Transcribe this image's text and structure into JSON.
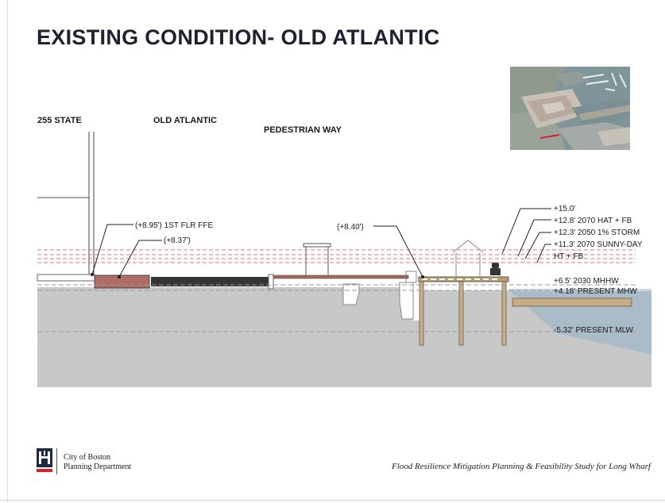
{
  "title": "EXISTING CONDITION- OLD ATLANTIC",
  "section": {
    "building_labels": {
      "state": "255 STATE",
      "old_atlantic": "OLD ATLANTIC",
      "pedestrian_way": "PEDESTRIAN WAY"
    },
    "callouts": {
      "ffe": "(+8.95') 1ST FLR FFE",
      "sidewalk": "(+8.37')",
      "wharf": "(+8.40')"
    },
    "water_levels": {
      "level_15": "+15.0'",
      "hat_fb": "+12.8' 2070 HAT + FB",
      "storm": "+12.3' 2050 1% STORM",
      "sunny_day": "+11.3' 2070 SUNNY-DAY",
      "ht_fb": "HT + FB",
      "mhhw_2030": "+6.5' 2030 MHHW",
      "mhw_present": "+4.18' PRESENT MHW",
      "mlw_present": "-5.32' PRESENT MLW"
    }
  },
  "footer": {
    "org_line1": "City of Boston",
    "org_line2": "Planning Department",
    "study": "Flood Resilience Mitigation Planning & Feasibility Study for Long Wharf"
  },
  "colors": {
    "title": "#1d2230",
    "ground": "#c8c8c8",
    "water": "#9fb4c1",
    "flood_line": "#d87a7a",
    "brick": "#a8645e",
    "wood": "#b99f7b"
  }
}
